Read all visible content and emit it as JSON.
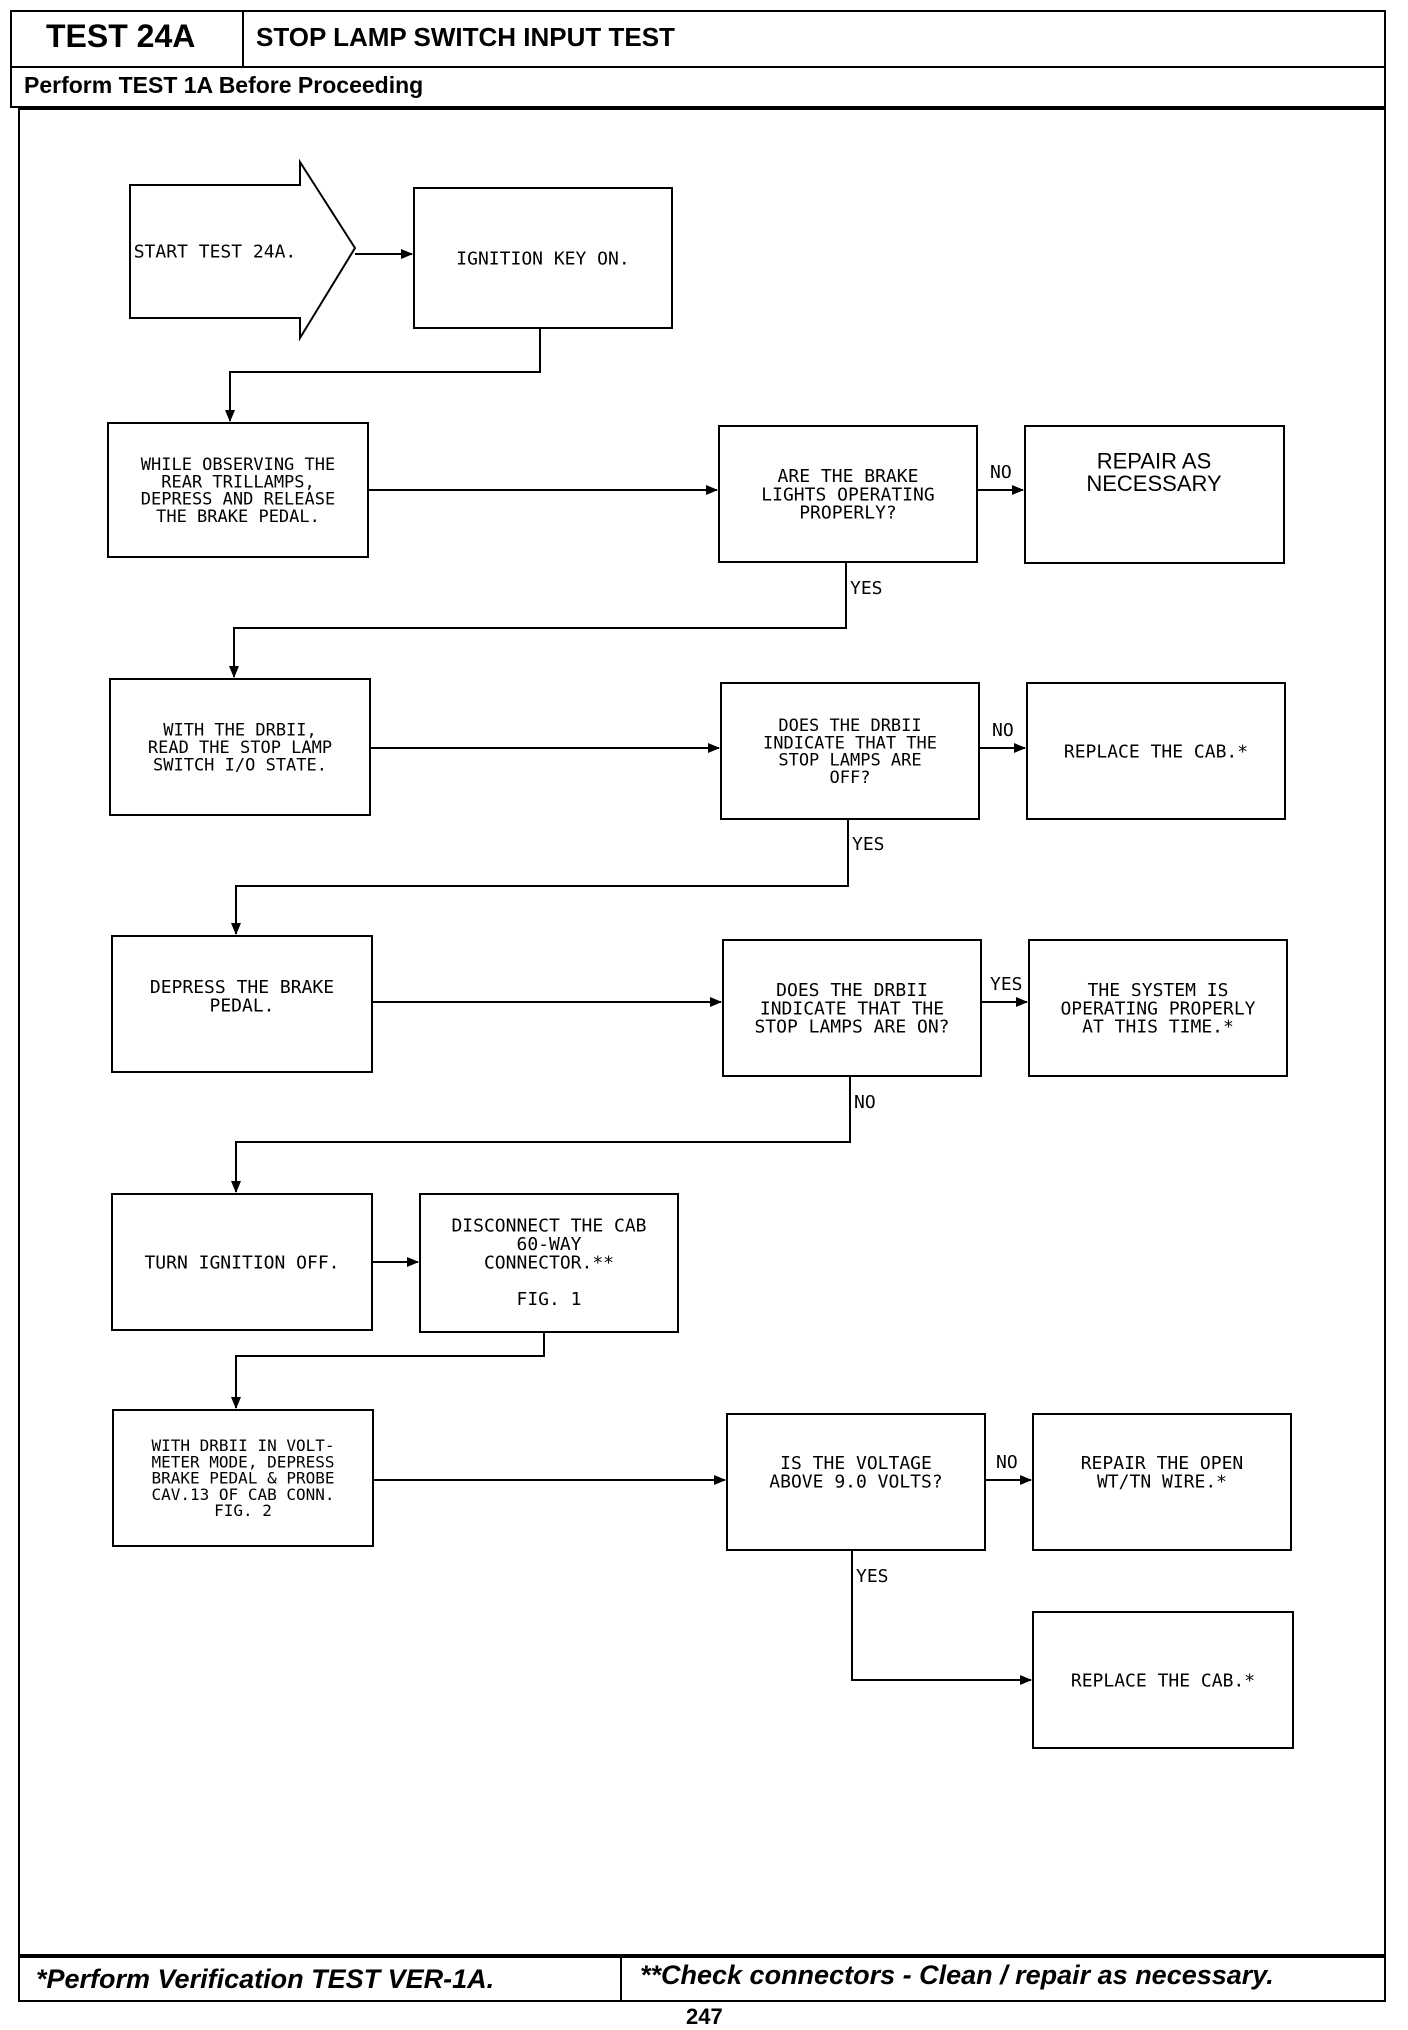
{
  "header": {
    "test_id": "TEST 24A",
    "test_name": "STOP LAMP SWITCH INPUT TEST",
    "prereq": "Perform TEST 1A Before Proceeding"
  },
  "flow": {
    "start": [
      "START TEST 24A."
    ],
    "ignition_on": [
      "IGNITION KEY ON."
    ],
    "observe": [
      "WHILE OBSERVING THE",
      "REAR TRILLAMPS,",
      "DEPRESS AND RELEASE",
      "THE BRAKE PEDAL."
    ],
    "q_lights": [
      "ARE THE BRAKE",
      "LIGHTS OPERATING",
      "PROPERLY?"
    ],
    "repair": [
      "REPAIR AS",
      "NECESSARY"
    ],
    "read_state": [
      "WITH THE DRBII,",
      "READ THE STOP LAMP",
      "SWITCH I/O STATE."
    ],
    "q_off": [
      "DOES THE DRBII",
      "INDICATE THAT THE",
      "STOP LAMPS ARE",
      "OFF?"
    ],
    "replace_1": [
      "REPLACE THE CAB.*"
    ],
    "depress": [
      "DEPRESS THE BRAKE",
      "PEDAL."
    ],
    "q_on": [
      "DOES THE DRBII",
      "INDICATE THAT THE",
      "STOP LAMPS ARE ON?"
    ],
    "ok": [
      "THE SYSTEM IS",
      "OPERATING PROPERLY",
      "AT THIS TIME.*"
    ],
    "ign_off": [
      "TURN IGNITION OFF."
    ],
    "disconnect": [
      "DISCONNECT THE CAB",
      "60-WAY",
      "CONNECTOR.**",
      "",
      "FIG. 1"
    ],
    "voltmeter": [
      "WITH DRBII IN VOLT-",
      "METER MODE, DEPRESS",
      "BRAKE PEDAL & PROBE",
      "CAV.13 OF CAB CONN.",
      "FIG. 2"
    ],
    "q_volt": [
      "IS THE VOLTAGE",
      "ABOVE 9.0 VOLTS?"
    ],
    "repair_wire": [
      "REPAIR THE OPEN",
      "WT/TN WIRE.*"
    ],
    "replace_2": [
      "REPLACE THE CAB.*"
    ]
  },
  "branch_labels": {
    "yes": "YES",
    "no": "NO"
  },
  "footer": {
    "verify": "*Perform Verification TEST VER-1A.",
    "check": "**Check connectors - Clean / repair as necessary."
  },
  "page_number": "247"
}
